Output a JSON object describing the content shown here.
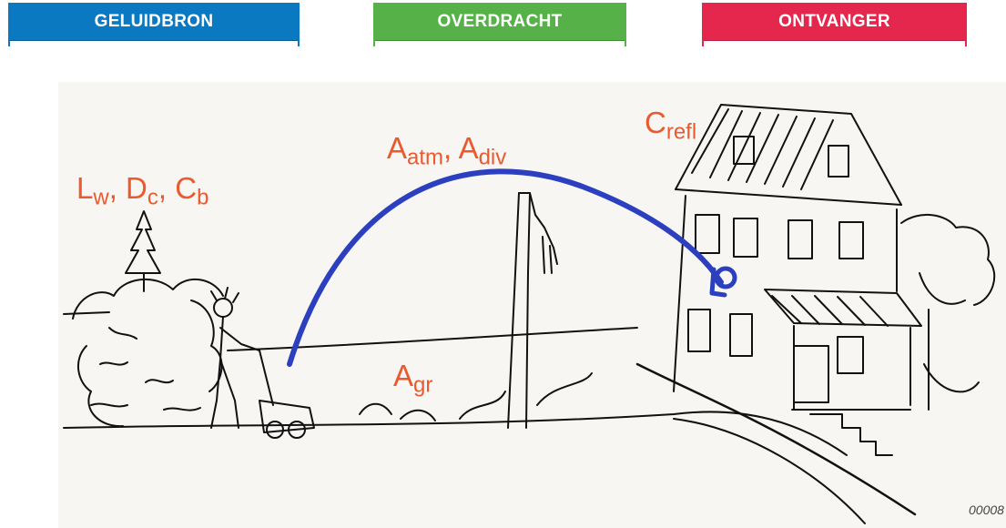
{
  "tabs": {
    "source": {
      "label": "GELUIDBRON",
      "color": "#0b79c1"
    },
    "transfer": {
      "label": "OVERDRACHT",
      "color": "#56b148"
    },
    "receiver": {
      "label": "ONTVANGER",
      "color": "#e5264d"
    }
  },
  "labels": {
    "source": {
      "parts": [
        [
          "L",
          "w"
        ],
        [
          "D",
          "c"
        ],
        [
          "C",
          "b"
        ]
      ],
      "separator": ", "
    },
    "transfer_top": {
      "parts": [
        [
          "A",
          "atm"
        ],
        [
          "A",
          "div"
        ]
      ],
      "separator": ", "
    },
    "transfer_ground": {
      "parts": [
        [
          "A",
          "gr"
        ]
      ],
      "separator": ""
    },
    "receiver": {
      "parts": [
        [
          "C",
          "refl"
        ]
      ],
      "separator": ""
    }
  },
  "label_color": "#ea5a2e",
  "path_color": "#2b3fbf",
  "image_code": "00008",
  "icons": [
    "lawnmower-person-icon",
    "tree-icon",
    "bushes-icon",
    "wall-barrier-icon",
    "house-icon",
    "receiver-point-icon"
  ]
}
